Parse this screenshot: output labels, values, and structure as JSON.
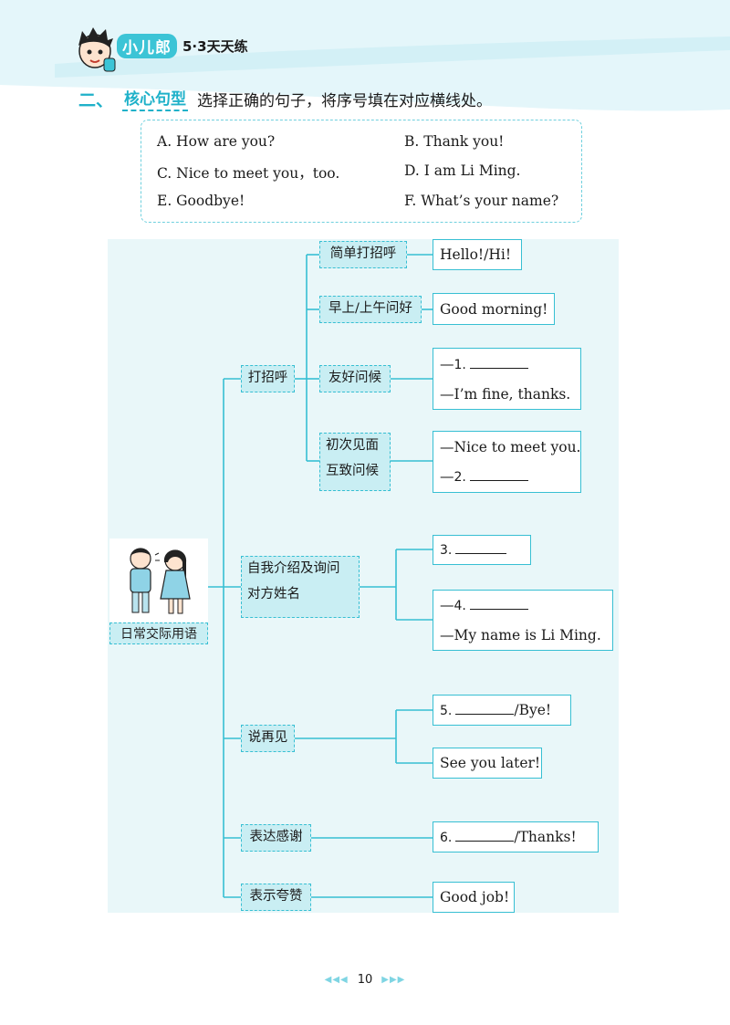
{
  "header": {
    "brand_script": "小儿郎",
    "series": "5·3天天练"
  },
  "section": {
    "number": "二、",
    "tag": "核心句型",
    "instruction": "选择正确的句子，将序号填在对应横线处。"
  },
  "options": [
    {
      "text": "A. How are you?"
    },
    {
      "text": "B. Thank you!"
    },
    {
      "text": "C. Nice to meet you，too."
    },
    {
      "text": "D. I am Li Ming."
    },
    {
      "text": "E. Goodbye!"
    },
    {
      "text": "F. What’s your name?"
    }
  ],
  "mindmap": {
    "root": "日常交际用语",
    "branches": {
      "greet": "打招呼",
      "intro_line1": "自我介绍及询问",
      "intro_line2": "对方姓名",
      "bye": "说再见",
      "thanks": "表达感谢",
      "praise": "表示夸赞"
    },
    "greet_subs": {
      "simple": "简单打招呼",
      "morning": "早上/上午问好",
      "friendly": "友好问候",
      "first_line1": "初次见面",
      "first_line2": "互致问候"
    },
    "answers": {
      "hello": "Hello!/Hi!",
      "good_morning": "Good morning!",
      "friendly_dash1": "—",
      "friendly_num": "1.",
      "friendly_reply": "—I’m fine, thanks.",
      "first_line": "—Nice to meet you.",
      "first_dash2": "—",
      "first_num": "2.",
      "intro_num3": "3.",
      "intro_dash4": "—",
      "intro_num4": "4.",
      "intro_reply": "—My name is Li Ming.",
      "bye_num": "5.",
      "bye_suffix": "/Bye!",
      "see_you": "See you later!",
      "thanks_num": "6.",
      "thanks_suffix": "/Thanks!",
      "good_job": "Good job!"
    }
  },
  "footer": {
    "page_number": "10"
  }
}
